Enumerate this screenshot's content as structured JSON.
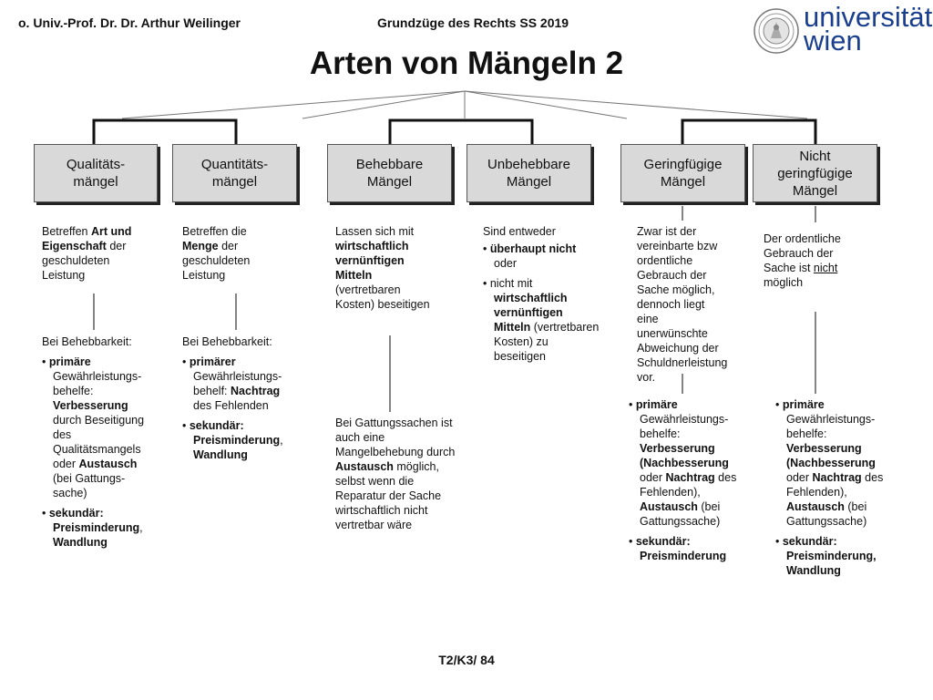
{
  "header": {
    "left": "o. Univ.-Prof. Dr. Dr. Arthur Weilinger",
    "center": "Grundzüge des Rechts SS 2019",
    "logo_line1": "universität",
    "logo_line2": "wien"
  },
  "title": "Arten von Mängeln 2",
  "boxes": [
    {
      "label": "Qualitäts-\nmängel"
    },
    {
      "label": "Quantitäts-\nmängel"
    },
    {
      "label": "Behebbare\nMängel"
    },
    {
      "label": "Unbehebbare\nMängel"
    },
    {
      "label": "Geringfügige\nMängel"
    },
    {
      "label": "Nicht\ngeringfügige\nMängel"
    }
  ],
  "col1": {
    "desc_pre": "Betreffen ",
    "desc_bold": "Art und Eigenschaft",
    "desc_post": " der geschuldeten Leistung",
    "beh_label": "Bei Behebbarkeit:",
    "b1_bold1": "primäre",
    "b1_text1": " Gewährleistungs-behelfe: ",
    "b1_bold2": "Verbesserung",
    "b1_text2": " durch Beseitigung des Qualitätsmangels oder ",
    "b1_bold3": "Austausch",
    "b1_text3": " (bei Gattungs-sache)",
    "b2_bold": "sekundär: Preisminderung",
    "b2_text": ", ",
    "b2_bold2": "Wandlung"
  },
  "col2": {
    "desc_pre": "Betreffen die ",
    "desc_bold": "Menge",
    "desc_post": " der geschuldeten Leistung",
    "beh_label": "Bei Behebbarkeit:",
    "b1_bold1": "primärer",
    "b1_text1": " Gewährleistungs-behelf: ",
    "b1_bold2": "Nachtrag",
    "b1_text2": " des Fehlenden",
    "b2_bold": "sekundär: Preisminderung",
    "b2_text": ", ",
    "b2_bold2": "Wandlung"
  },
  "col3": {
    "desc_pre": "Lassen sich mit ",
    "desc_bold": "wirtschaftlich vernünftigen Mitteln",
    "desc_post": " (vertretbaren Kosten) beseitigen",
    "g_pre": "Bei Gattungssachen ist auch eine Mangelbehebung durch ",
    "g_bold": "Austausch",
    "g_post": " möglich, selbst wenn die Reparatur der Sache wirtschaftlich nicht vertretbar wäre"
  },
  "col4": {
    "intro": "Sind entweder",
    "b1_bold": "überhaupt nicht",
    "b1_text": " oder",
    "b2_pre": "nicht mit ",
    "b2_bold": "wirtschaftlich vernünftigen Mitteln",
    "b2_post": " (vertretbaren Kosten) zu beseitigen"
  },
  "col5": {
    "desc": "Zwar ist der vereinbarte bzw ordentliche Gebrauch der Sache möglich, dennoch liegt eine unerwünschte Abweichung der Schuldnerleistung vor.",
    "b1_bold1": "primäre",
    "b1_text1": " Gewährleistungs-behelfe: ",
    "b1_bold2": "Verbesserung (Nachbesserung",
    "b1_text2": " oder ",
    "b1_bold3": "Nachtrag",
    "b1_text3": " des Fehlenden), ",
    "b1_bold4": "Austausch",
    "b1_text4": " (bei Gattungssache)",
    "b2_bold": "sekundär: Preisminderung"
  },
  "col6": {
    "desc_pre": "Der ordentliche Gebrauch der Sache  ist ",
    "desc_u": "nicht",
    "desc_post": " möglich",
    "b1_bold1": "primäre",
    "b1_text1": " Gewährleistungs-behelfe: ",
    "b1_bold2": "Verbesserung (Nachbesserung",
    "b1_text2": " oder ",
    "b1_bold3": "Nachtrag",
    "b1_text3": " des Fehlenden), ",
    "b1_bold4": "Austausch",
    "b1_text4": " (bei Gattungssache)",
    "b2_bold": "sekundär: Preisminderung, Wandlung"
  },
  "footer": "T2/K3/ 84"
}
